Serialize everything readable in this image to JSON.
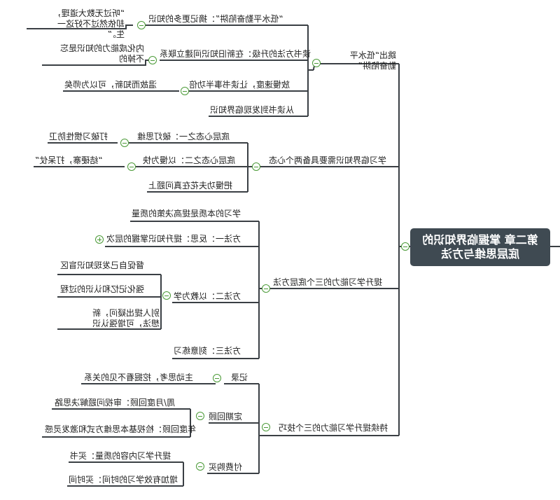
{
  "root": {
    "text": "第二章 掌握临界知识的底层思维与方法"
  },
  "branches": [
    {
      "label": "跳出“低水平勤奋陷阱”",
      "children": [
        {
          "label": "“低水平勤奋陷阱”：摘记更多的知识",
          "children": [
            {
              "label": "“听过无数大道理，却依然过不好这一生。”"
            }
          ]
        },
        {
          "label": "读书方法的升级：在新旧知识间建立联系",
          "children": [
            {
              "label": "内化成能力的知识是忘不掉的"
            }
          ]
        },
        {
          "label": "放慢速度，让读书事半功倍",
          "children": [
            {
              "label": "温故而知新，可以为师矣"
            }
          ]
        },
        {
          "label": "从读书到发现临界知识"
        }
      ]
    },
    {
      "label": "学习临界知识需要具备两个心态",
      "children": [
        {
          "label": "底层心态之一：破灯思维",
          "children": [
            {
              "label": "打破习惯性防卫"
            }
          ]
        },
        {
          "label": "底层心态之二：以慢为快",
          "children": [
            {
              "label": "“结硬寨，打呆仗”"
            }
          ]
        },
        {
          "label": "把慢功夫花在真问题上"
        }
      ]
    },
    {
      "label": "提升学习能力的三个底层方法",
      "children": [
        {
          "label": "学习的本质是提高决策的质量"
        },
        {
          "label": "方法一：反思：提升知识掌握的层次"
        },
        {
          "label": "方法二：以教为学",
          "children": [
            {
              "label": "督促自己发现知识盲区"
            },
            {
              "label": "强化记忆和认识的过程"
            },
            {
              "label": "别人提出疑问，新想法，可增强认识"
            }
          ]
        },
        {
          "label": "方法三：刻意练习"
        }
      ]
    },
    {
      "label": "持续提升学习能力的三个技巧",
      "children": [
        {
          "label": "记录",
          "children": [
            {
              "label": "主动思考，挖掘看不见的关系"
            }
          ]
        },
        {
          "label": "定期回顾",
          "children": [
            {
              "label": "周/月度回顾：审视问题解决思路"
            },
            {
              "label": "年度回顾：检视基本思维方式和激发灵感"
            }
          ]
        },
        {
          "label": "付费购买",
          "children": [
            {
              "label": "提升学习内容的质量：买书"
            },
            {
              "label": "增加有效学习的时间：买时间"
            }
          ]
        }
      ]
    }
  ]
}
